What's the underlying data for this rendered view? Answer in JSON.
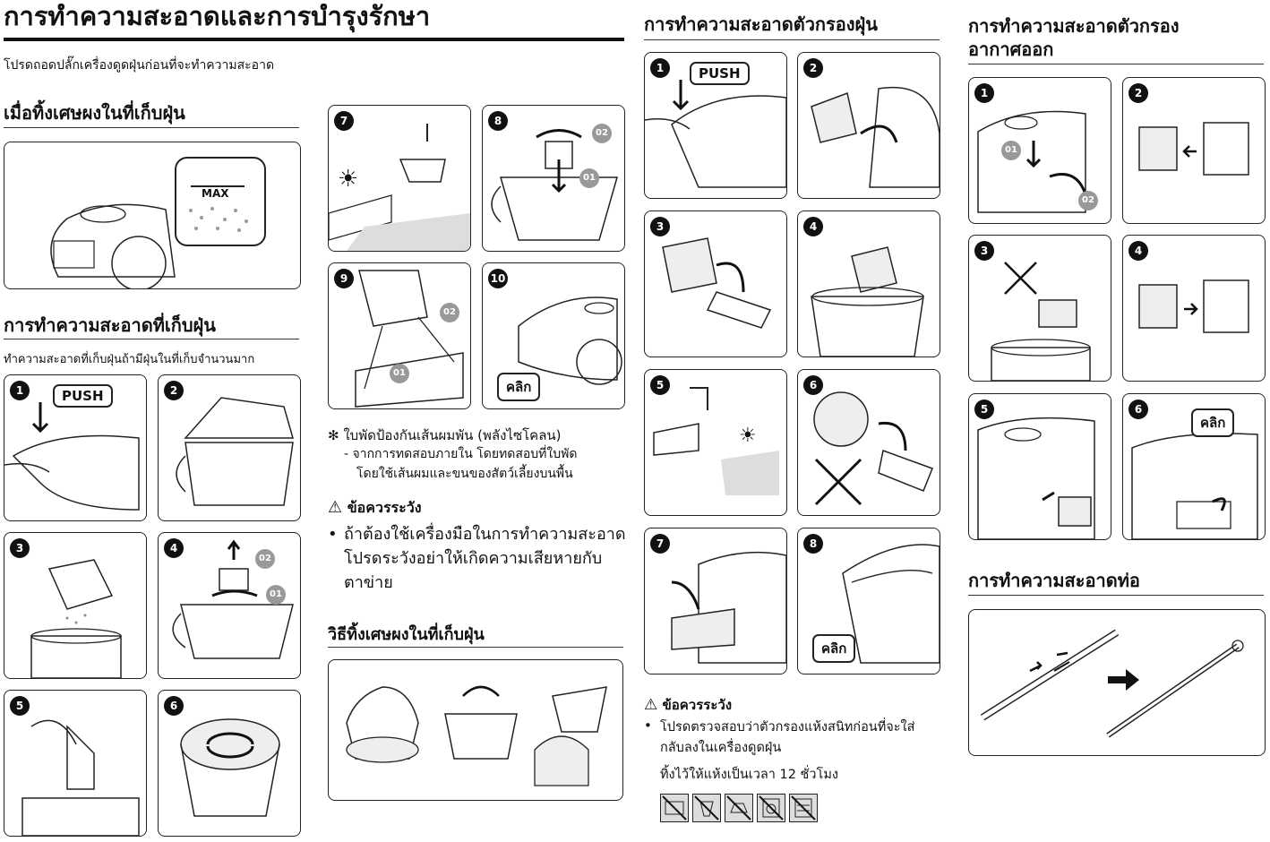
{
  "main_title": "การทำความสะอาดและการบำรุงรักษา",
  "intro": "โปรดถอดปลั๊กเครื่องดูดฝุ่นก่อนที่จะทำความสะอาด",
  "sec_empty": {
    "title": "เมื่อทิ้งเศษผงในที่เก็บฝุ่น",
    "max_label": "MAX"
  },
  "sec_bin": {
    "title": "การทำความสะอาดที่เก็บฝุ่น",
    "subtitle": "ทำความสะอาดที่เก็บฝุ่นถ้ามีฝุ่นในที่เก็บจำนวนมาก",
    "steps": [
      "1",
      "2",
      "3",
      "4",
      "5",
      "6",
      "7",
      "8",
      "9",
      "10"
    ],
    "push": "PUSH",
    "click": "คลิก",
    "c01": "01",
    "c02": "02"
  },
  "note": {
    "symbol": "✻",
    "line1": "ใบพัดป้องกันเส้นผมพัน (พลังไซโคลน)",
    "line2": "- จากการทดสอบภายใน โดยทดสอบที่ใบพัด",
    "line3": "โดยใช้เส้นผมและขนของสัตว์เลี้ยงบนพื้น"
  },
  "caution1": {
    "title": "ข้อควรระวัง",
    "text1": "ถ้าต้องใช้เครื่องมือในการทำความสะอาด",
    "text2": "โปรดระวังอย่าให้เกิดความเสียหายกับ",
    "text3": "ตาข่าย"
  },
  "sec_dispose": {
    "title": "วิธีทิ้งเศษผงในที่เก็บฝุ่น"
  },
  "sec_filter": {
    "title": "การทำความสะอาดตัวกรองฝุ่น",
    "steps": [
      "1",
      "2",
      "3",
      "4",
      "5",
      "6",
      "7",
      "8"
    ],
    "push": "PUSH",
    "click": "คลิก"
  },
  "caution2": {
    "title": "ข้อควรระวัง",
    "text1": "โปรดตรวจสอบว่าตัวกรองแห้งสนิทก่อนที่จะใส่",
    "text2": "กลับลงในเครื่องดูดฝุ่น",
    "text3": "ทิ้งไว้ให้แห้งเป็นเวลา 12 ชั่วโมง"
  },
  "sec_exhaust": {
    "title_line1": "การทำความสะอาดตัวกรอง",
    "title_line2": "อากาศออก",
    "steps": [
      "1",
      "2",
      "3",
      "4",
      "5",
      "6"
    ],
    "click": "คลิก",
    "c01": "01",
    "c02": "02"
  },
  "sec_pipe": {
    "title": "การทำความสะอาดท่อ"
  },
  "icons": [
    "no-microwave-icon",
    "no-dryer-icon",
    "no-iron-icon",
    "no-washer-icon",
    "no-dishwasher-icon"
  ]
}
